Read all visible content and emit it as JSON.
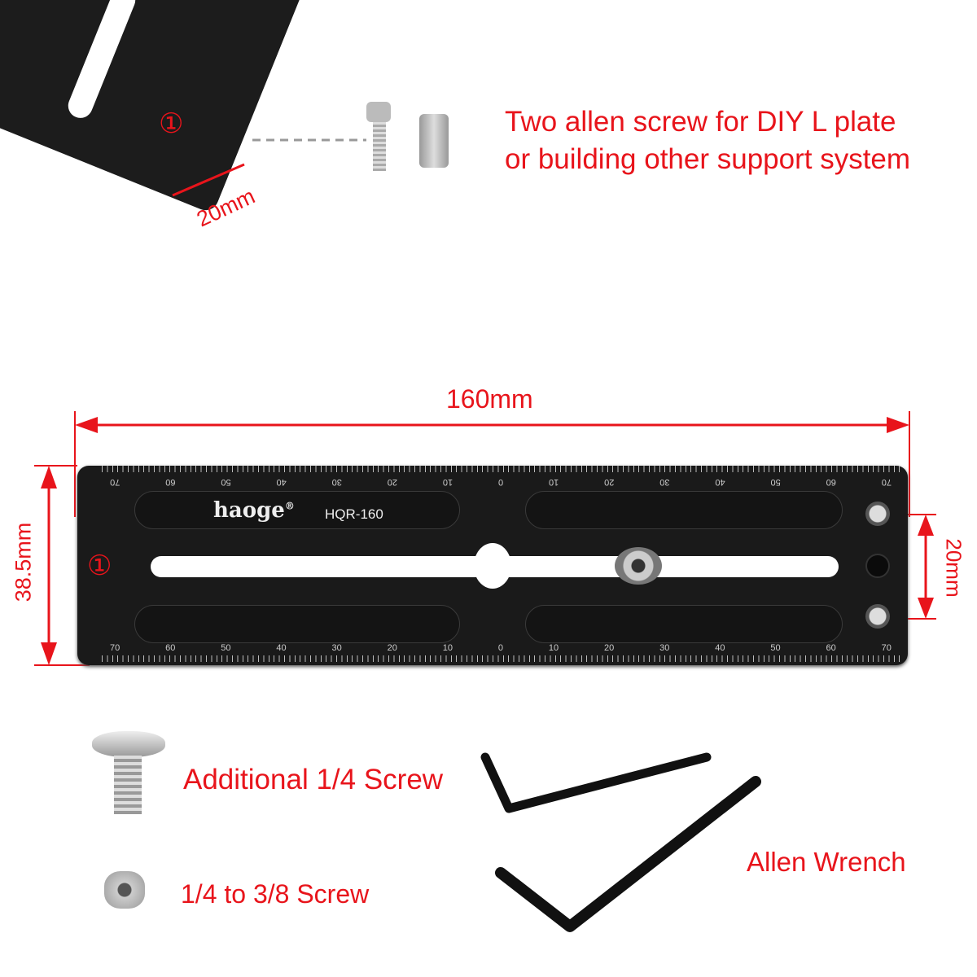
{
  "top_caption": {
    "line1": "Two allen screw for DIY L plate",
    "line2": "or building other support system"
  },
  "marker": "①",
  "top_dimension": "20mm",
  "width_dimension": "160mm",
  "height_dimension": "38.5mm",
  "hole_spacing_dimension": "20mm",
  "plate": {
    "brand": "haoge",
    "reg": "®",
    "model": "HQR-160",
    "top_scale": [
      "70",
      "60",
      "50",
      "40",
      "30",
      "20",
      "10",
      "0",
      "10",
      "20",
      "30",
      "40",
      "50",
      "60",
      "70"
    ],
    "bottom_scale": [
      "70",
      "60",
      "50",
      "40",
      "30",
      "20",
      "10",
      "0",
      "10",
      "20",
      "30",
      "40",
      "50",
      "60",
      "70"
    ]
  },
  "accessories": {
    "screw1": "Additional 1/4 Screw",
    "screw2": "1/4 to 3/8 Screw",
    "wrench": "Allen Wrench"
  },
  "colors": {
    "accent": "#e8141b",
    "plate": "#1a1a1a"
  }
}
